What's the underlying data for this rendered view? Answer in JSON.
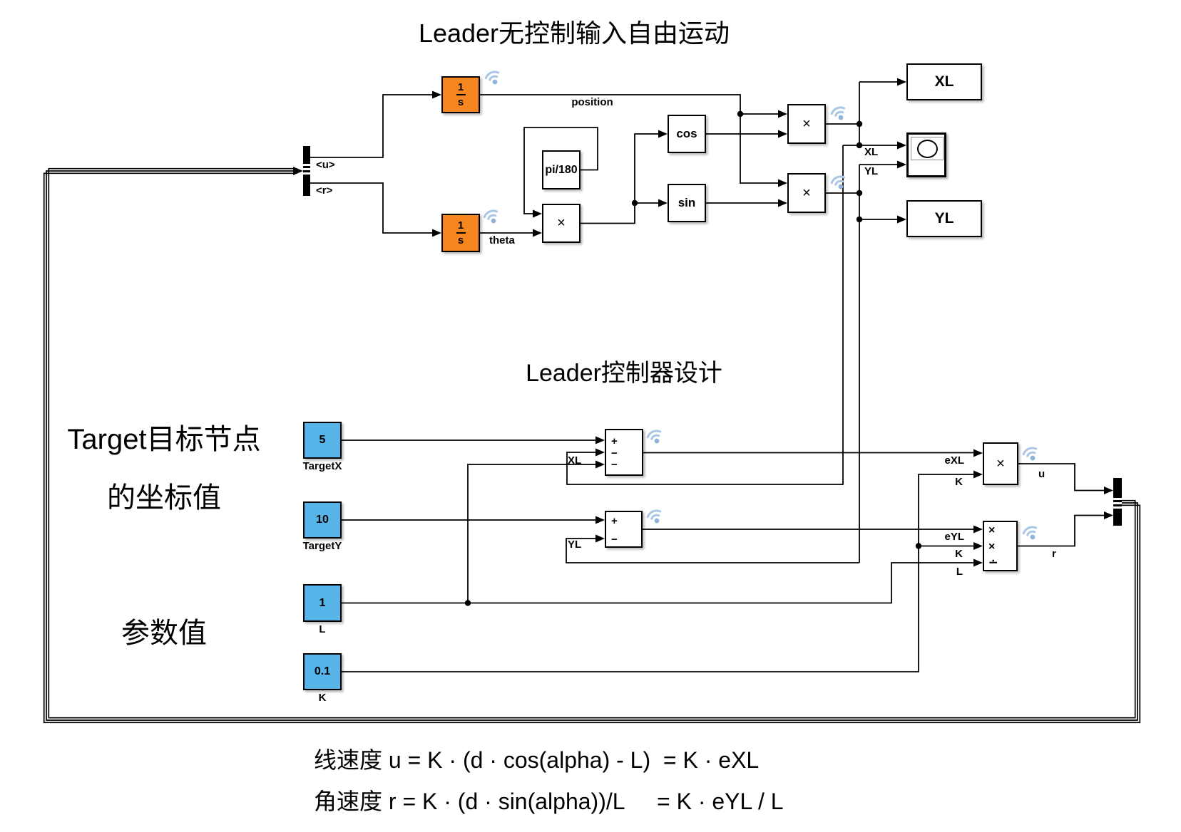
{
  "titles": {
    "free_motion": "Leader无控制输入自由运动",
    "controller": "Leader控制器设计",
    "target_line1": "Target目标节点",
    "target_line2": "的坐标值",
    "params": "参数值"
  },
  "equations": {
    "line1": "线速度 u = K · (d · cos(alpha) - L)  = K · eXL",
    "line2": "角速度 r = K · (d · sin(alpha))/L     = K · eYL / L"
  },
  "blocks": {
    "integrator1": {
      "numerator": "1",
      "denominator": "s"
    },
    "integrator2": {
      "numerator": "1",
      "denominator": "s"
    },
    "pi_gain": "pi/180",
    "cos": "cos",
    "sin": "sin",
    "product_theta": "×",
    "product_x": "×",
    "product_y": "×",
    "product_u": "×",
    "product_r": {
      "op1": "×",
      "op2": "×",
      "op3": "∸"
    },
    "sum_x": {
      "s1": "+",
      "s2": "−",
      "s3": "−"
    },
    "sum_y": {
      "s1": "+",
      "s2": "−"
    },
    "target_x_value": "5",
    "target_y_value": "10",
    "l_value": "1",
    "k_value": "0.1",
    "outport_xl": "XL",
    "outport_yl": "YL"
  },
  "labels": {
    "bus_u": "<u>",
    "bus_r": "<r>",
    "theta": "theta",
    "position": "position",
    "scope_xl": "XL",
    "scope_yl": "YL",
    "target_x": "TargetX",
    "target_y": "TargetY",
    "l": "L",
    "k": "K",
    "sum_xl": "XL",
    "sum_yl": "YL",
    "exl": "eXL",
    "k_u": "K",
    "eyl": "eYL",
    "k_r": "K",
    "l_r": "L",
    "u": "u",
    "r": "r"
  },
  "colors": {
    "integrator_fill": "#f6861f",
    "constant_fill": "#56b4e9",
    "badge_arc": "#a9c6e4",
    "badge_dot": "#8fb3d9"
  }
}
